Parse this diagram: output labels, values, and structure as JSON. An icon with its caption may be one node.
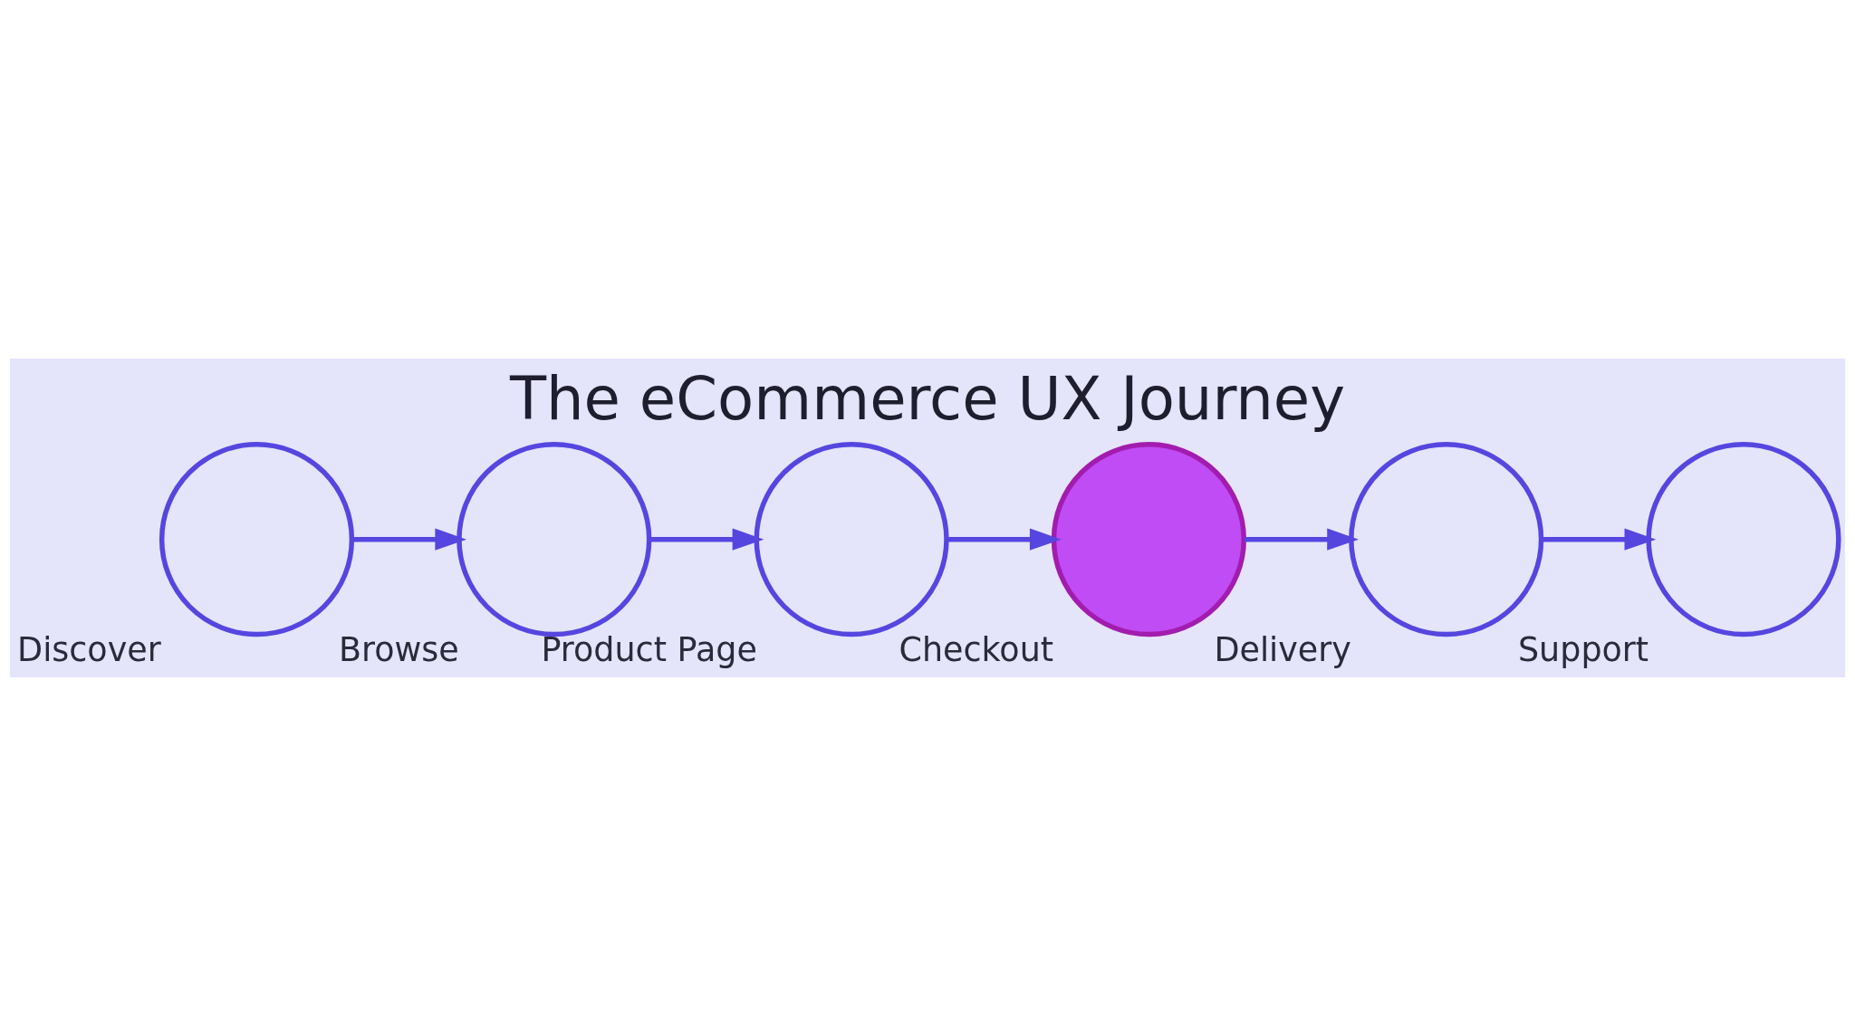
{
  "diagram": {
    "title": "The eCommerce UX Journey",
    "nodes": [
      {
        "text": [
          "Discover"
        ]
      },
      {
        "text": [
          "Browse"
        ]
      },
      {
        "text": [
          "Product Page"
        ]
      },
      {
        "text": [
          "Checkout"
        ]
      },
      {
        "text": [
          "Delivery"
        ]
      },
      {
        "text": [
          "Support"
        ]
      }
    ],
    "edges": [
      {
        "from": 0,
        "to": 1,
        "arrow": "to"
      },
      {
        "from": 1,
        "to": 2,
        "arrow": "to"
      },
      {
        "from": 2,
        "to": 3,
        "arrow": "to"
      },
      {
        "from": 3,
        "to": 4,
        "arrow": "to"
      },
      {
        "from": 4,
        "to": 5,
        "arrow": "to"
      }
    ]
  }
}
